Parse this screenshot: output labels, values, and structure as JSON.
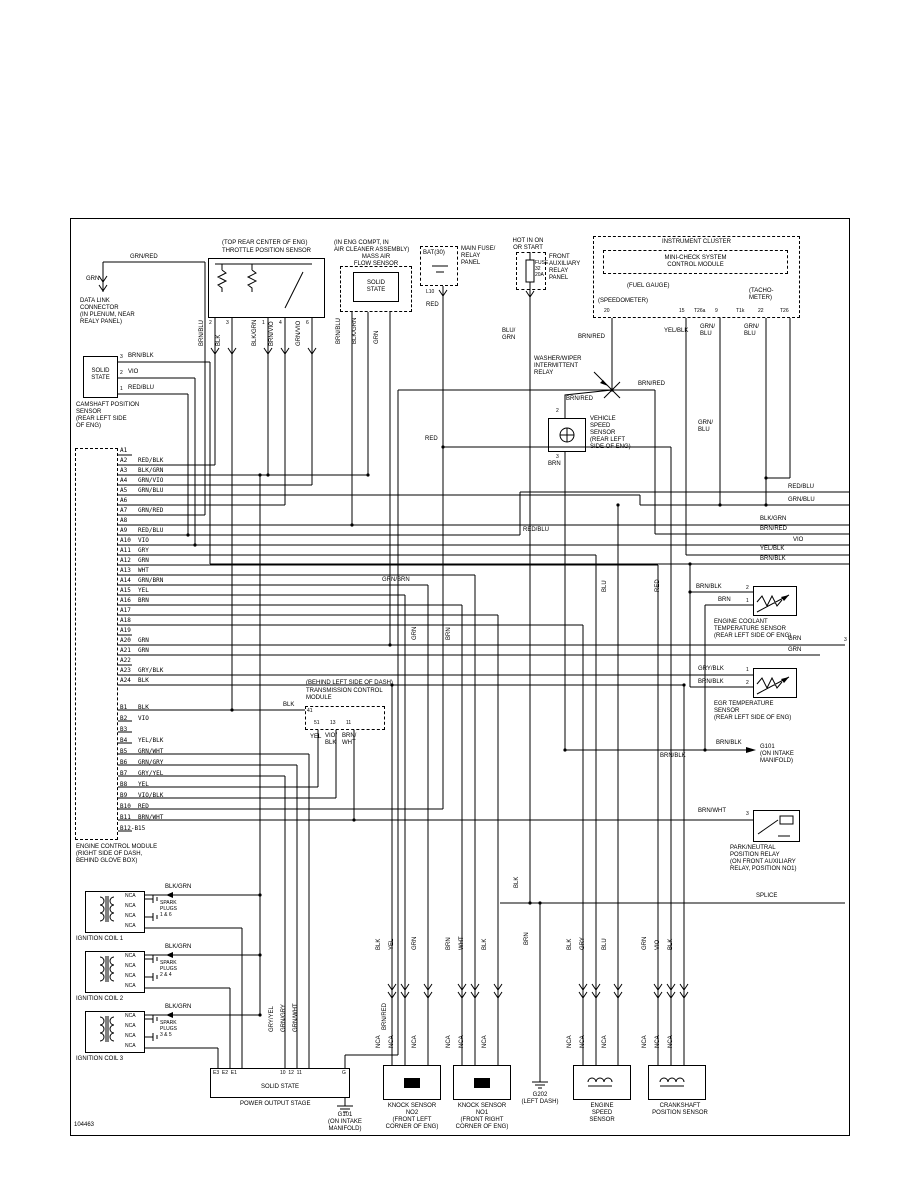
{
  "fig_number": "104463",
  "dlc": {
    "wire_top": "GRN/RED",
    "wire": "GRN",
    "name": "DATA LINK\nCONNECTOR\n(IN PLENUM, NEAR\nREALY PANEL)"
  },
  "tps": {
    "loc": "(TOP REAR CENTER OF ENG)",
    "name": "THROTTLE POSITION SENSOR",
    "pins": [
      "2",
      "3",
      "1",
      "4",
      "6"
    ],
    "wires": [
      "BRN/BLU",
      "BLK",
      "BLK/GRN",
      "BRN/VIO",
      "GRN/VIO"
    ]
  },
  "maf": {
    "loc": "(IN ENG COMPT, IN\nAIR CLEANER ASSEMBLY)",
    "name": "MASS AIR\nFLOW SENSOR",
    "solid_state": "SOLID\nSTATE",
    "wires": [
      "BRN/BLU",
      "BLK/GRN",
      "GRN"
    ]
  },
  "battery": {
    "bat": "BAT(30)",
    "panel": "MAIN FUSE/\nRELAY\nPANEL",
    "connector": "L10",
    "wire": "RED",
    "wire_mid": "RED"
  },
  "fuse": {
    "hot": "HOT IN ON\nOR START",
    "label": "FUSE\n32\n20A",
    "panel": "FRONT\nAUXILIARY\nRELAY\nPANEL",
    "wire": "BLU/\nGRN"
  },
  "cluster": {
    "name": "INSTRUMENT CLUSTER",
    "module": "MINI-CHECK SYSTEM\nCONTROL MODULE",
    "fuel": "(FUEL GAUGE)",
    "speedo": "(SPEEDOMETER)",
    "tacho": "(TACHO-\nMETER)",
    "pins": [
      "20",
      "15",
      "T26a",
      "9",
      "T1k",
      "22",
      "T26"
    ],
    "w_yelblk": "YEL/BLK",
    "w_grnblu_a": "GRN/\nBLU",
    "w_grnblu_b": "GRN/\nBLU",
    "w_grnblu_c": "GRN/\nBLU"
  },
  "washer": {
    "name": "WASHER/WIPER\nINTERMITTENT\nRELAY",
    "brnred_top": "BRN/RED",
    "brnred_left": "BRN/RED",
    "brnred_right": "BRN/RED"
  },
  "vss": {
    "pin_top": "2",
    "pin_bottom": "3",
    "wire": "BRN",
    "name": "VEHICLE\nSPEED\nSENSOR\n(REAR LEFT\nSIDE OF ENG)"
  },
  "camshaft": {
    "solid_state": "SOLID\nSTATE",
    "pins": [
      {
        "n": "3",
        "w": "BRN/BLK"
      },
      {
        "n": "2",
        "w": "VIO"
      },
      {
        "n": "1",
        "w": "RED/BLU"
      }
    ],
    "name": "CAMSHAFT POSITION\nSENSOR\n(REAR LEFT SIDE\nOF ENG)"
  },
  "ecm": {
    "pins_a": "A1\nA2   RED/BLK\nA3   BLK/GRN\nA4   GRN/VIO\nA5   GRN/BLU\nA6\nA7   GRN/RED\nA8\nA9   RED/BLU\nA10  VIO\nA11  GRY\nA12  GRN\nA13  WHT\nA14  GRN/BRN\nA15  YEL\nA16  BRN\nA17\nA18\nA19\nA20  GRN\nA21  GRN\nA22\nA23  GRY/BLK\nA24  BLK",
    "pins_b": "B1   BLK\nB2   VIO\nB3\nB4   YEL/BLK\nB5   GRN/WHT\nB6   GRN/GRY\nB7   GRY/YEL\nB8   YEL\nB9   VIO/BLK\nB10  RED\nB11  BRN/WHT\nB12-B15",
    "name": "ENGINE CONTROL MODULE\n(RIGHT SIDE OF DASH,\nBEHIND GLOVE BOX)"
  },
  "bus_right": {
    "redblu": "RED/BLU",
    "grnblu": "GRN/BLU",
    "blkgrn": "BLK/GRN",
    "brnred": "BRN/RED",
    "vio": "VIO",
    "yelblk": "YEL/BLK",
    "brnblk": "BRN/BLK",
    "grn_a": "GRN",
    "pin3": "3",
    "grn_b": "GRN"
  },
  "mid": {
    "grnbrn": "GRN/BRN",
    "redblu": "RED/BLU",
    "rot_blu": "BLU",
    "rot_red": "RED",
    "rot_grn": "GRN",
    "rot_brn": "BRN",
    "rot_blk": "BLK"
  },
  "ect": {
    "w2": "BRN/BLK",
    "p2": "2",
    "w1": "BRN",
    "p1": "1",
    "name": "ENGINE COOLANT\nTEMPERATURE SENSOR\n(REAR LEFT SIDE OF ENG)"
  },
  "egr": {
    "w1": "GRY/BLK",
    "p1": "1",
    "w2": "BRN/BLK",
    "p2": "2",
    "name": "EGR TEMPERATURE\nSENSOR\n(REAR LEFT SIDE OF ENG)"
  },
  "g101_right": {
    "w_a": "BRN/BLK",
    "w_b": "BRN/BLK",
    "name": "G101\n(ON INTAKE\nMANIFOLD)"
  },
  "pnr": {
    "w": "BRN/WHT",
    "p": "3",
    "name": "PARK/NEUTRAL\nPOSITION RELAY\n(ON FRONT AUXILIARY\nRELAY, POSITION NO1)"
  },
  "splice": {
    "label": "SPLICE"
  },
  "tcm": {
    "loc": "(BEHIND LEFT SIDE OF DASH)",
    "name": "TRANSMISSION CONTROL\nMODULE",
    "pin_41": "41",
    "w_blk": "BLK",
    "pins": [
      "51",
      "13",
      "11"
    ],
    "wires": [
      "YEL",
      "VIO/\nBLK",
      "BRN/\nWHT"
    ]
  },
  "coils": {
    "wire": "BLK/GRN",
    "items": [
      {
        "name": "IGNITION COIL 1",
        "plugs": "SPARK\nPLUGS\n1 & 6"
      },
      {
        "name": "IGNITION COIL 2",
        "plugs": "SPARK\nPLUGS\n2 & 4"
      },
      {
        "name": "IGNITION COIL 3",
        "plugs": "SPARK\nPLUGS\n3 & 5"
      }
    ]
  },
  "pos": {
    "pins_e": "E3  E2  E1",
    "pins_r": "10  12  11",
    "pin_g": "G",
    "solid_state": "SOLID STATE",
    "name": "POWER OUTPUT STAGE",
    "w1": "GRY/YEL",
    "w2": "GRN/GRY",
    "w3": "GRN/WHT",
    "w4": "BRN/RED"
  },
  "g101_bottom": {
    "name": "G101\n(ON INTAKE\nMANIFOLD)"
  },
  "knock2": {
    "name": "KNOCK SENSOR\nNO2\n(FRONT LEFT\nCORNER OF ENG)",
    "wires": [
      "BLK",
      "YEL",
      "GRN"
    ]
  },
  "knock1": {
    "name": "KNOCK SENSOR\nNO1\n(FRONT RIGHT\nCORNER OF ENG)",
    "wires": [
      "BRN",
      "WHT",
      "BLK"
    ]
  },
  "g202": {
    "name": "G202\n(LEFT DASH)",
    "wire": "BRN"
  },
  "ess": {
    "name": "ENGINE\nSPEED\nSENSOR",
    "wires": [
      "BLK",
      "GRY",
      "BLU"
    ]
  },
  "ckp": {
    "name": "CRANKSHAFT\nPOSITION SENSOR",
    "wires": [
      "GRN",
      "VIO",
      "BLK"
    ]
  },
  "nca": "NCA"
}
